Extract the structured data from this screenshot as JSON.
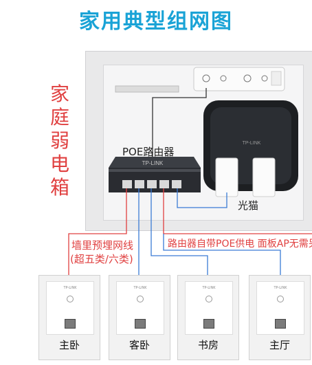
{
  "title": "家用典型组网图",
  "side_label": [
    "家",
    "庭",
    "弱",
    "电",
    "箱"
  ],
  "poe_router_label": "POE路由器",
  "poe_router_brand": "TP-LINK",
  "modem_label": "光猫",
  "modem_brand": "TP-LINK",
  "cable_label_line1": "墙里预埋网线",
  "cable_label_line2": "(超五类/六类)",
  "poe_note": "路由器自带POE供电 面板AP无需另",
  "panels": [
    {
      "room": "主卧",
      "brand": "TP-LINK"
    },
    {
      "room": "客卧",
      "brand": "TP-LINK"
    },
    {
      "room": "书房",
      "brand": "TP-LINK"
    },
    {
      "room": "主厅",
      "brand": "TP-LINK"
    }
  ],
  "colors": {
    "title": "#1aa3d6",
    "accent_red": "#e04040",
    "cable_blue": "#3a7bd5",
    "cable_red": "#e04040"
  }
}
